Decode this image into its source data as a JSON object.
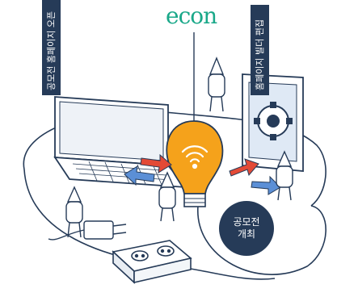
{
  "logo": {
    "text": "econ"
  },
  "labels": {
    "left_banner": "공모전 홈페이지 오픈",
    "right_banner": "홈페이지 빌더 편집",
    "circle_line1": "공모전",
    "circle_line2": "개최"
  },
  "colors": {
    "navy": "#263b58",
    "bulb_orange": "#f5a21b",
    "arrow_red": "#e34a36",
    "arrow_blue": "#5b8fd6",
    "logo_green": "#1aa889"
  },
  "icons": [
    "laptop-icon",
    "tablet-icon",
    "gear-icon",
    "lightbulb-icon",
    "wifi-icon",
    "plug-icon",
    "power-outlet-icon"
  ]
}
